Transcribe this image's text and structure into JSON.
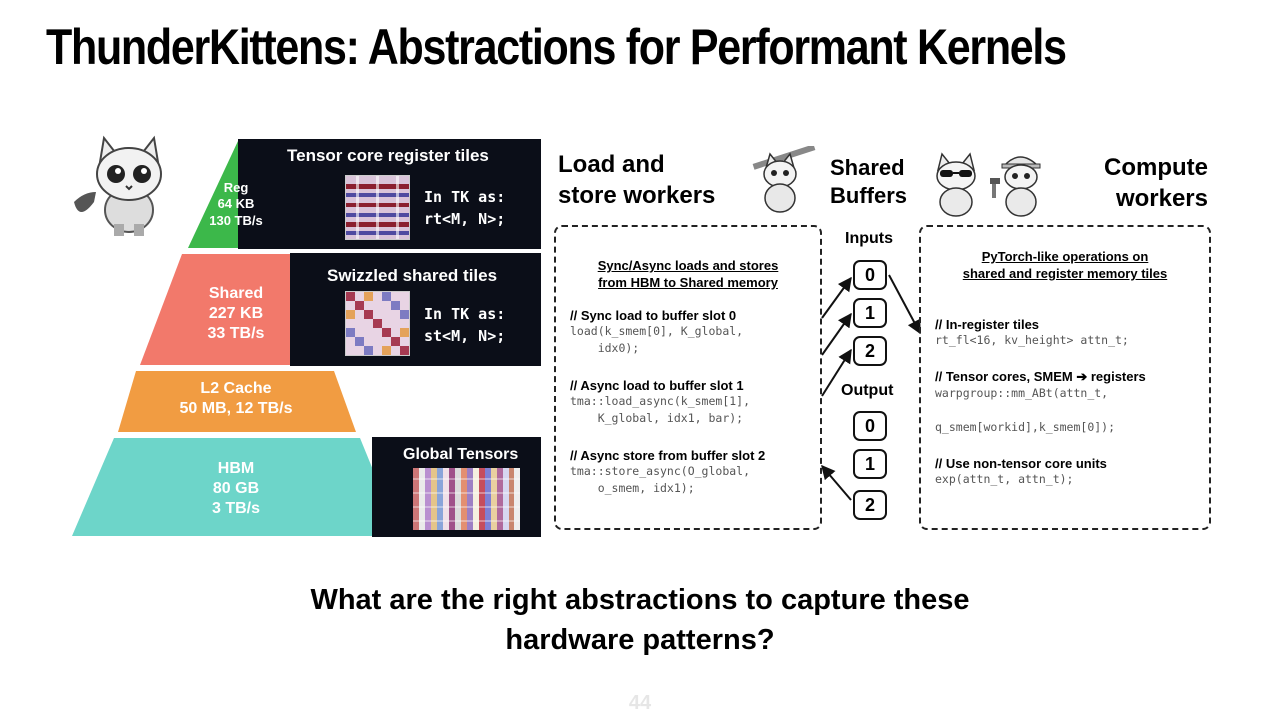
{
  "slide": {
    "title": "ThunderKittens: Abstractions for Performant Kernels",
    "question_line1": "What are the right abstractions to capture these",
    "question_line2": "hardware patterns?",
    "page_number": "44"
  },
  "pyramid": {
    "tiers": [
      {
        "name": "Reg",
        "size": "64 KB",
        "bandwidth": "130 TB/s",
        "color": "#3cb84a"
      },
      {
        "name": "Shared",
        "size": "227 KB",
        "bandwidth": "33 TB/s",
        "color": "#f2796b"
      },
      {
        "name": "L2 Cache",
        "detail": "50 MB, 12 TB/s",
        "color": "#f19c42"
      },
      {
        "name": "HBM",
        "size": "80 GB",
        "bandwidth": "3 TB/s",
        "color": "#6dd5c9"
      }
    ],
    "panels": {
      "register": {
        "heading": "Tensor core register tiles",
        "code_line1": "In TK as:",
        "code_line2": "rt<M, N>;"
      },
      "shared": {
        "heading": "Swizzled shared tiles",
        "code_line1": "In TK as:",
        "code_line2": "st<M, N>;"
      },
      "global": {
        "heading": "Global Tensors"
      }
    }
  },
  "load_store": {
    "heading_line1": "Load and",
    "heading_line2": "store workers",
    "box_title_line1": "Sync/Async loads and stores",
    "box_title_line2": "from HBM to Shared memory",
    "items": [
      {
        "comment": "// Sync load to buffer slot 0",
        "code": "load(k_smem[0], K_global,\n    idx0);"
      },
      {
        "comment": "// Async load to buffer slot 1",
        "code": "tma::load_async(k_smem[1],\n    K_global, idx1, bar);"
      },
      {
        "comment": "// Async store from buffer slot 2",
        "code": "tma::store_async(O_global,\n    o_smem, idx1);"
      }
    ]
  },
  "buffers": {
    "heading_line1": "Shared",
    "heading_line2": "Buffers",
    "inputs_label": "Inputs",
    "output_label": "Output",
    "input_slots": [
      "0",
      "1",
      "2"
    ],
    "output_slots": [
      "0",
      "1",
      "2"
    ]
  },
  "compute": {
    "heading_line1": "Compute",
    "heading_line2": "workers",
    "box_title_line1": "PyTorch-like operations on",
    "box_title_line2": "shared and register memory tiles",
    "items": [
      {
        "comment": "// In-register tiles",
        "code": "rt_fl<16, kv_height> attn_t;"
      },
      {
        "comment": "// Tensor cores, SMEM ➔ registers",
        "code": "warpgroup::mm_ABt(attn_t,\n\nq_smem[workid],k_smem[0]);"
      },
      {
        "comment": "// Use non-tensor core units",
        "code": "exp(attn_t, attn_t);"
      }
    ]
  },
  "icons": [
    "robot-kitten-icon",
    "worker-kitten-icon",
    "cool-kitten-icon",
    "builder-kitten-icon"
  ]
}
